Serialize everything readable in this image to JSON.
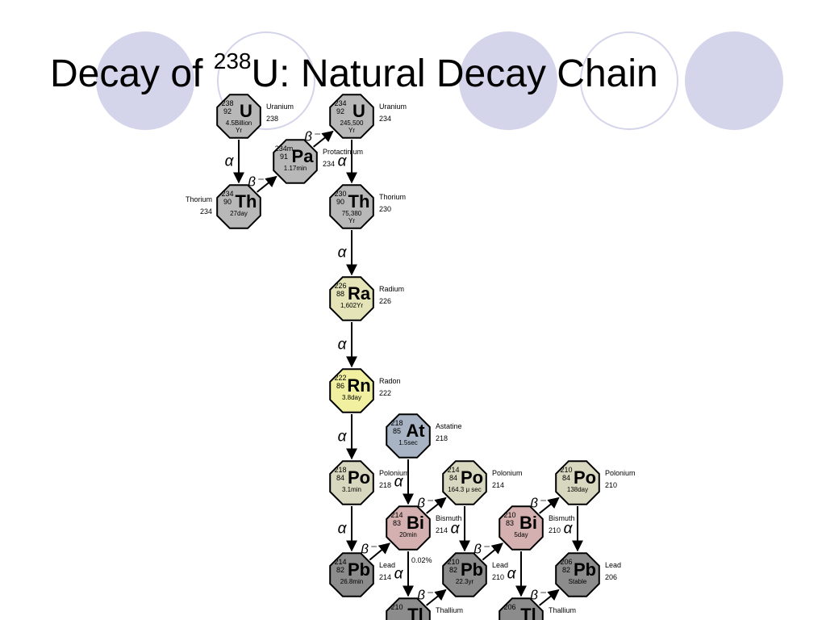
{
  "slide": {
    "title_pre": "Decay of ",
    "title_sup": "238",
    "title_post": "U: Natural Decay Chain"
  },
  "colors": {
    "gray_light": "#b8b8b8",
    "gray_dark": "#8c8c8c",
    "radium": "#e4e4b8",
    "radon": "#f0f0a0",
    "astatine": "#a8b4c4",
    "bismuth": "#d4b0b0",
    "polonium": "#d8d8c0",
    "decoration_circle": "#d4d4ea"
  },
  "nuclides": [
    {
      "id": "u238",
      "mass": "238",
      "z": "92",
      "sym": "U",
      "half": "4.5Billion",
      "half2": "Yr",
      "name": "Uranium",
      "namemass": "238",
      "color": "gray_light",
      "side": "right"
    },
    {
      "id": "th234",
      "mass": "234",
      "z": "90",
      "sym": "Th",
      "half": "27day",
      "half2": "",
      "name": "Thorium",
      "namemass": "234",
      "color": "gray_light",
      "side": "left"
    },
    {
      "id": "pa234",
      "mass": "234m",
      "z": "91",
      "sym": "Pa",
      "half": "1.17min",
      "half2": "",
      "name": "Protactinium",
      "namemass": "234",
      "color": "gray_light",
      "side": "right"
    },
    {
      "id": "u234",
      "mass": "234",
      "z": "92",
      "sym": "U",
      "half": "245,500",
      "half2": "Yr",
      "name": "Uranium",
      "namemass": "234",
      "color": "gray_light",
      "side": "right"
    },
    {
      "id": "th230",
      "mass": "230",
      "z": "90",
      "sym": "Th",
      "half": "75,380",
      "half2": "Yr",
      "name": "Thorium",
      "namemass": "230",
      "color": "gray_light",
      "side": "right"
    },
    {
      "id": "ra226",
      "mass": "226",
      "z": "88",
      "sym": "Ra",
      "half": "1,602Yr",
      "half2": "",
      "name": "Radium",
      "namemass": "226",
      "color": "radium",
      "side": "right"
    },
    {
      "id": "rn222",
      "mass": "222",
      "z": "86",
      "sym": "Rn",
      "half": "3.8day",
      "half2": "",
      "name": "Radon",
      "namemass": "222",
      "color": "radon",
      "side": "right"
    },
    {
      "id": "at218",
      "mass": "218",
      "z": "85",
      "sym": "At",
      "half": "1.5sec",
      "half2": "",
      "name": "Astatine",
      "namemass": "218",
      "color": "astatine",
      "side": "right"
    },
    {
      "id": "po218",
      "mass": "218",
      "z": "84",
      "sym": "Po",
      "half": "3.1min",
      "half2": "",
      "name": "Polonium",
      "namemass": "218",
      "color": "polonium",
      "side": "right"
    },
    {
      "id": "po214",
      "mass": "214",
      "z": "84",
      "sym": "Po",
      "half": "164.3 μ sec",
      "half2": "",
      "name": "Polonium",
      "namemass": "214",
      "color": "polonium",
      "side": "right"
    },
    {
      "id": "po210",
      "mass": "210",
      "z": "84",
      "sym": "Po",
      "half": "138day",
      "half2": "",
      "name": "Polonium",
      "namemass": "210",
      "color": "polonium",
      "side": "right"
    },
    {
      "id": "bi214",
      "mass": "214",
      "z": "83",
      "sym": "Bi",
      "half": "20min",
      "half2": "",
      "name": "Bismuth",
      "namemass": "214",
      "color": "bismuth",
      "side": "right"
    },
    {
      "id": "bi210",
      "mass": "210",
      "z": "83",
      "sym": "Bi",
      "half": "5day",
      "half2": "",
      "name": "Bismuth",
      "namemass": "210",
      "color": "bismuth",
      "side": "right"
    },
    {
      "id": "pb214",
      "mass": "214",
      "z": "82",
      "sym": "Pb",
      "half": "26.8min",
      "half2": "",
      "name": "Lead",
      "namemass": "214",
      "color": "gray_dark",
      "side": "right"
    },
    {
      "id": "pb210",
      "mass": "210",
      "z": "82",
      "sym": "Pb",
      "half": "22.3yr",
      "half2": "",
      "name": "Lead",
      "namemass": "210",
      "color": "gray_dark",
      "side": "right"
    },
    {
      "id": "pb206",
      "mass": "206",
      "z": "82",
      "sym": "Pb",
      "half": "Stable",
      "half2": "",
      "name": "Lead",
      "namemass": "206",
      "color": "gray_dark",
      "side": "right"
    },
    {
      "id": "tl210",
      "mass": "210",
      "z": "",
      "sym": "Tl",
      "half": "",
      "half2": "",
      "name": "Thallium",
      "namemass": "",
      "color": "gray_dark",
      "side": "right"
    },
    {
      "id": "tl206",
      "mass": "206",
      "z": "",
      "sym": "Tl",
      "half": "",
      "half2": "",
      "name": "Thallium",
      "namemass": "",
      "color": "gray_dark",
      "side": "right"
    }
  ],
  "decays": [
    {
      "from": "u238",
      "to": "th234",
      "type": "α"
    },
    {
      "from": "th234",
      "to": "pa234",
      "type": "β⁻"
    },
    {
      "from": "pa234",
      "to": "u234",
      "type": "β⁻"
    },
    {
      "from": "u234",
      "to": "th230",
      "type": "α"
    },
    {
      "from": "th230",
      "to": "ra226",
      "type": "α"
    },
    {
      "from": "ra226",
      "to": "rn222",
      "type": "α"
    },
    {
      "from": "rn222",
      "to": "po218",
      "type": "α"
    },
    {
      "from": "po218",
      "to": "pb214",
      "type": "α"
    },
    {
      "from": "at218",
      "to": "bi214",
      "type": "α"
    },
    {
      "from": "pb214",
      "to": "bi214",
      "type": "β⁻"
    },
    {
      "from": "bi214",
      "to": "po214",
      "type": "β⁻"
    },
    {
      "from": "bi214",
      "to": "tl210",
      "type": "α"
    },
    {
      "from": "po214",
      "to": "pb210",
      "type": "α"
    },
    {
      "from": "tl210",
      "to": "pb210",
      "type": "β⁻"
    },
    {
      "from": "pb210",
      "to": "bi210",
      "type": "β⁻"
    },
    {
      "from": "bi210",
      "to": "po210",
      "type": "β⁻"
    },
    {
      "from": "bi210",
      "to": "tl206",
      "type": "α"
    },
    {
      "from": "po210",
      "to": "pb206",
      "type": "α"
    },
    {
      "from": "tl206",
      "to": "pb206",
      "type": "β⁻"
    }
  ],
  "branch_label": "0.02%"
}
